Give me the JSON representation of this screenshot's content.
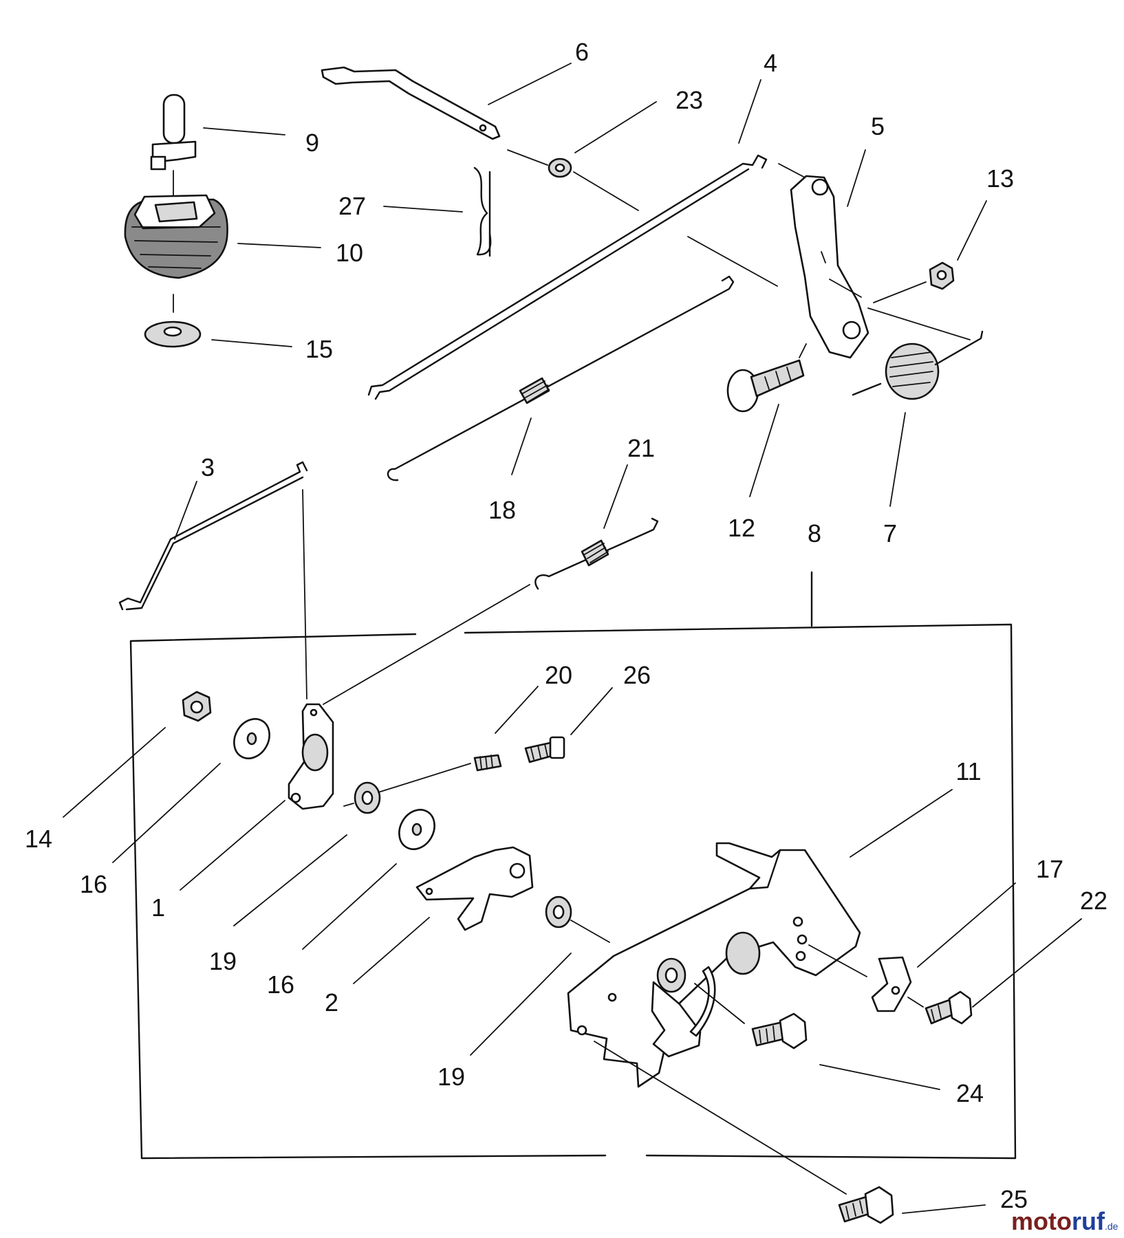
{
  "callouts": {
    "c1": "1",
    "c2": "2",
    "c3": "3",
    "c4": "4",
    "c5": "5",
    "c6": "6",
    "c7": "7",
    "c8": "8",
    "c9": "9",
    "c10": "10",
    "c11": "11",
    "c12": "12",
    "c13": "13",
    "c14": "14",
    "c15": "15",
    "c16a": "16",
    "c16b": "16",
    "c17": "17",
    "c18": "18",
    "c19a": "19",
    "c19b": "19",
    "c20": "20",
    "c21": "21",
    "c22": "22",
    "c23": "23",
    "c24": "24",
    "c25": "25",
    "c26": "26",
    "c27": "27"
  },
  "watermark": {
    "part1": "moto",
    "part2": "ruf",
    "suffix": ".de"
  }
}
